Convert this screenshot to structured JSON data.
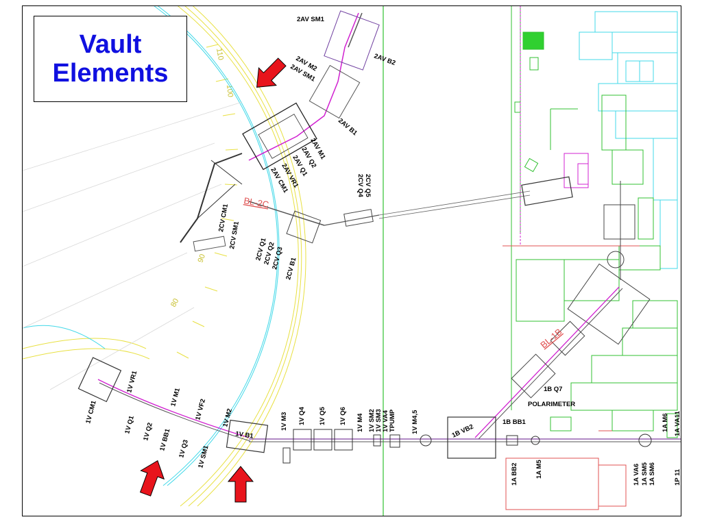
{
  "title": {
    "line1": "Vault",
    "line2": "Elements"
  },
  "beamline_labels": [
    "BL-2C",
    "BL-1B"
  ],
  "ring_ticks": [
    "110",
    "100",
    "90",
    "80"
  ],
  "labels": {
    "2av_sm1": "2AV SM1",
    "2av_b2": "2AV B2",
    "2av_m2": "2AV M2",
    "2av_sm1b": "2AV SM1",
    "2av_b1": "2AV B1",
    "2av_m1": "2AV M1",
    "2av_q2": "2AV Q2",
    "2av_q1": "2AV Q1",
    "2av_vr1": "2AV VR1",
    "2av_cm1": "2AV CM1",
    "2cv_q5": "2CV Q5",
    "2cv_q4": "2CV Q4",
    "2cv_cm1": "2CV CM1",
    "2cv_sm1": "2CV SM1",
    "2cv_q1": "2CV Q1",
    "2cv_q2": "2CV Q2",
    "2cv_q3": "2CV Q3",
    "2cv_b1": "2CV B1",
    "1v_cm1": "1V CM1",
    "1v_vr1": "1V VR1",
    "1v_q1": "1V Q1",
    "1v_q2": "1V Q2",
    "1v_m1": "1V M1",
    "1v_bb1": "1V BB1",
    "1v_q3": "1V Q3",
    "1v_vf2": "1V VF2",
    "1v_sm1": "1V SM1",
    "1v_m2": "1V M2",
    "1v_b1": "1V B1",
    "1v_m3": "1V M3",
    "1v_q4": "1V Q4",
    "1v_q5": "1V Q5",
    "1v_q6": "1V Q6",
    "1v_m4": "1V M4",
    "1v_sm2": "1V SM2",
    "1v_sm3": "1V SM3",
    "1v_va4": "1V VA4",
    "tpump": "TPUMP",
    "1v_m45": "1V M4,5",
    "1b_vb2": "1B VB2",
    "1b_bb1": "1B BB1",
    "1b_q7": "1B Q7",
    "polarimeter": "POLARIMETER",
    "1a_bb2": "1A BB2",
    "1a_m5": "1A M5",
    "1a_va6": "1A VA6",
    "1a_sm5": "1A SM5",
    "1a_sm6": "1A SM6",
    "1a_m6": "1A M6",
    "1a_va11": "1A VA11",
    "1p_11": "1P 11"
  },
  "colors": {
    "arrow": "#e8141c",
    "title": "#1010e0",
    "cyan": "#40d8e8",
    "green": "#30c030",
    "magenta": "#d020d0",
    "yellow": "#e8e040",
    "red": "#e05050",
    "beam": "#9030a0"
  }
}
